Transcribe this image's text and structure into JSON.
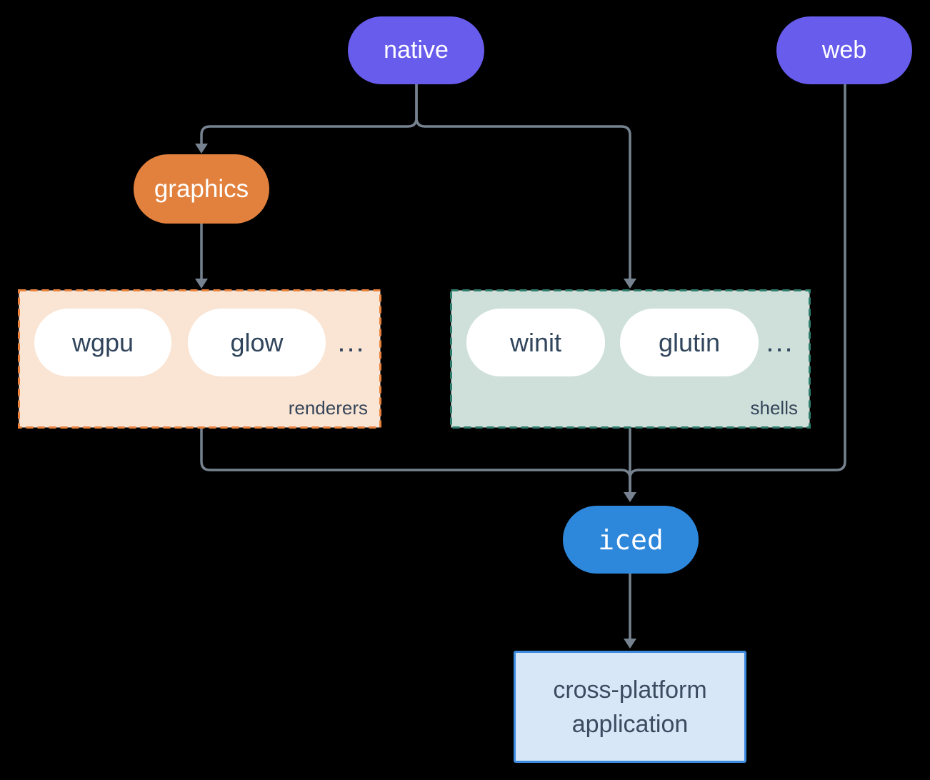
{
  "palette": {
    "background": "#000000",
    "connector": "#76828F",
    "node_purple": "#675CEC",
    "node_orange": "#E2813D",
    "node_blue": "#2D87DB",
    "item_pill_fill": "#FFFFFF",
    "item_pill_text": "#31455C",
    "renderers_fill": "#FAE4D3",
    "renderers_border": "#E8823C",
    "shells_fill": "#CFE0DA",
    "shells_border": "#2E7C6C",
    "app_fill": "#D8E7F8",
    "app_border": "#3D8BE0",
    "caption_text": "#36465A"
  },
  "nodes": {
    "native": {
      "label": "native"
    },
    "web": {
      "label": "web"
    },
    "graphics": {
      "label": "graphics"
    },
    "iced": {
      "label": "iced"
    },
    "app": {
      "line1": "cross-platform",
      "line2": "application"
    }
  },
  "groups": {
    "renderers": {
      "caption": "renderers",
      "items": [
        {
          "label": "wgpu"
        },
        {
          "label": "glow"
        }
      ],
      "more": "..."
    },
    "shells": {
      "caption": "shells",
      "items": [
        {
          "label": "winit"
        },
        {
          "label": "glutin"
        }
      ],
      "more": "..."
    }
  }
}
